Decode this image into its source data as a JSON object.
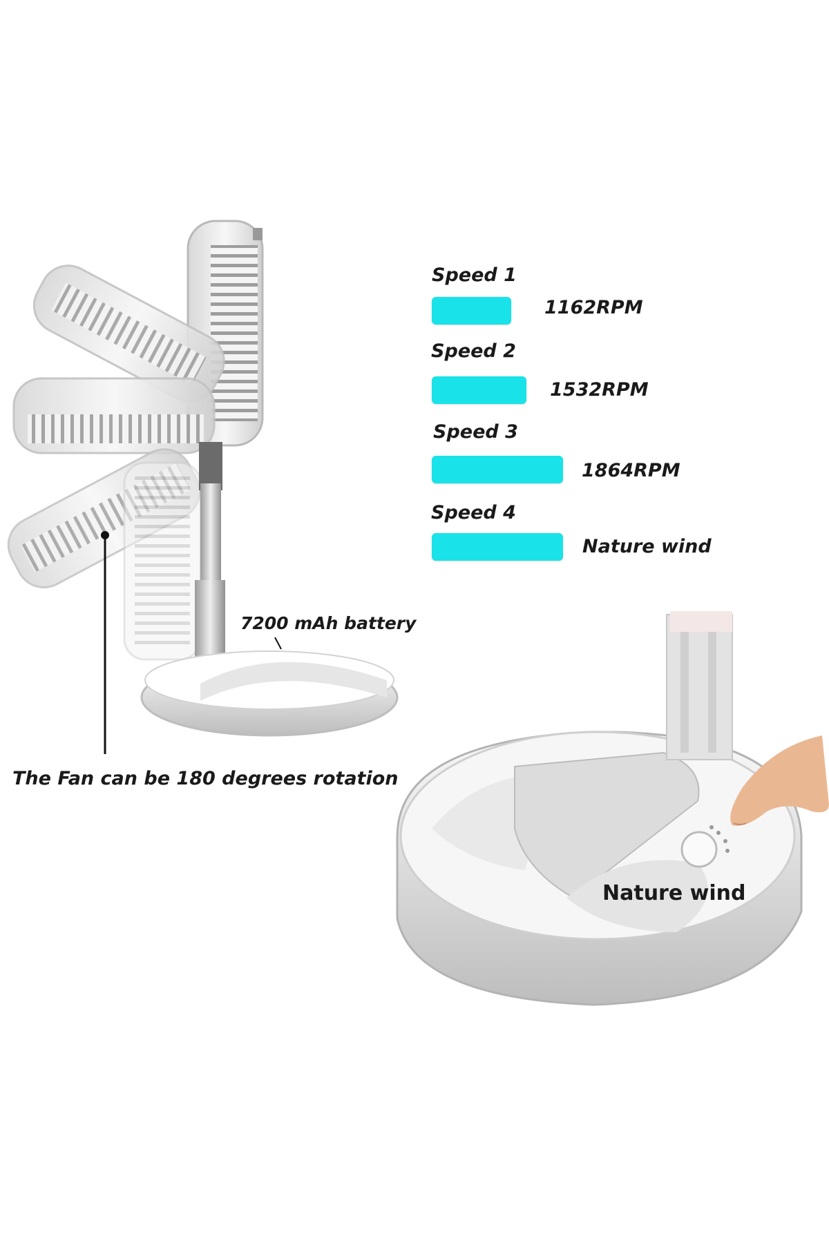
{
  "speeds": [
    {
      "title": "Speed 1",
      "value": "1162RPM",
      "level": 0.58
    },
    {
      "title": "Speed 2",
      "value": "1532RPM",
      "level": 0.7
    },
    {
      "title": "Speed 3",
      "value": "1864RPM",
      "level": 0.97
    },
    {
      "title": "Speed 4",
      "value": "Nature wind",
      "level": 0.97
    }
  ],
  "callouts": {
    "battery": "7200 mAh battery",
    "rotation": "The Fan can be 180 degrees rotation",
    "nature_wind": "Nature wind"
  },
  "colors": {
    "speed_bar": "#19e3e8",
    "fan_body": "#f2f2f2",
    "fan_shadow": "#c9c9c9"
  }
}
